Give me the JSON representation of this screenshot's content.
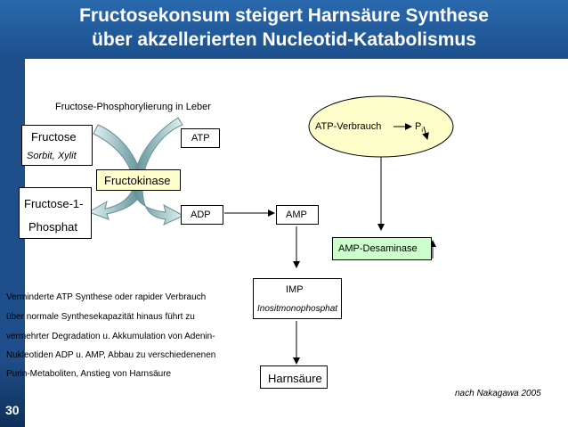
{
  "slide": {
    "title_line1": "Fructosekonsum steigert Harnsäure Synthese",
    "title_line2": "über akzellerierten Nucleotid-Katabolismus",
    "page_number": "30",
    "colors": {
      "header": "#1f4f8a",
      "kinase_box": "#ffffcc",
      "deaminase_box": "#ccffcc",
      "arrow_grad_light": "#dff2f3",
      "arrow_grad_dark": "#5f8f96"
    }
  },
  "diagram": {
    "phosphorylation_label": "Fructose-Phosphorylierung in Leber",
    "fructose": "Fructose",
    "sorbit": "Sorbit, Xylit",
    "atp": "ATP",
    "fructokinase": "Fructokinase",
    "f1p_line1": "Fructose-1-",
    "f1p_line2": "Phosphat",
    "adp": "ADP",
    "amp": "AMP",
    "atp_consumption": "ATP-Verbrauch",
    "pi": "P",
    "pi_sub": "i",
    "amp_deaminase": "AMP-Desaminase",
    "imp": "IMP",
    "imp_name": "Inositmonophosphat",
    "uric_acid": "Harnsäure",
    "explanation_lines": [
      "Verminderte ATP Synthese oder rapider Verbrauch",
      "über normale Synthesekapazität hinaus führt zu",
      "vermehrter Degradation u. Akkumulation von Adenin-",
      "Nukleotiden ADP u. AMP, Abbau zu verschiedenenen",
      "Purin-Metaboliten, Anstieg von Harnsäure"
    ],
    "source": "nach Nakagawa 2005"
  }
}
